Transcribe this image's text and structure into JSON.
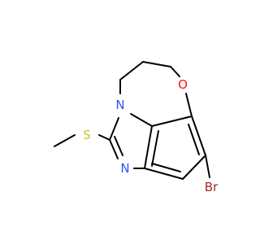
{
  "structure": {
    "atoms": {
      "oxygen": {
        "symbol": "O",
        "color": "#ff0d0d"
      },
      "nitrogen_ring": {
        "symbol": "N",
        "color": "#3050f8"
      },
      "nitrogen_imine": {
        "symbol": "N",
        "color": "#3050f8"
      },
      "sulfur": {
        "symbol": "S",
        "color": "#c6c630"
      },
      "bromine": {
        "symbol": "Br",
        "color": "#a62929"
      }
    },
    "bond_color": "#000000"
  }
}
